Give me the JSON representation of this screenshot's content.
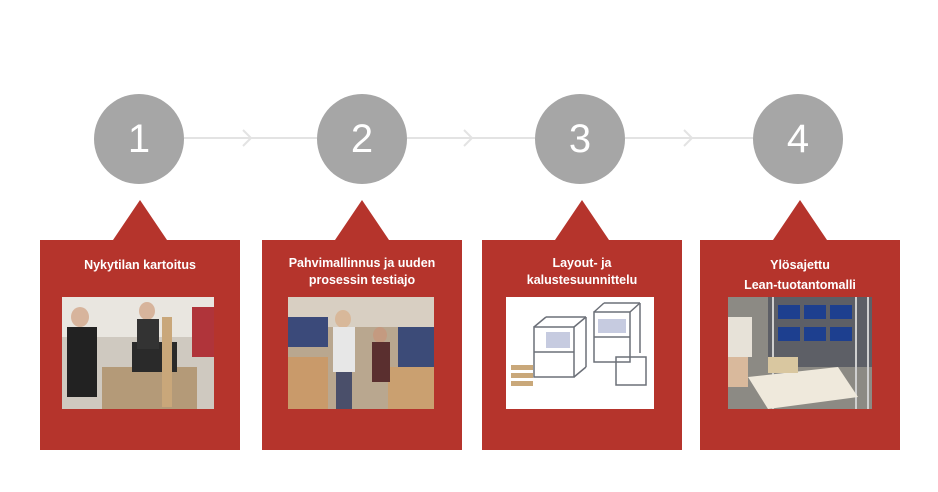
{
  "steps": [
    {
      "number": "1",
      "title_lines": [
        "Nykytilan kartoitus"
      ],
      "photo": "workshop-photo"
    },
    {
      "number": "2",
      "title_lines": [
        "Pahvimallinnus ja uuden",
        "prosessin testiajo"
      ],
      "photo": "cardboard-prototype-photo"
    },
    {
      "number": "3",
      "title_lines": [
        "Layout-  ja",
        "kalustesuunnittelu"
      ],
      "photo": "cad-furniture-render"
    },
    {
      "number": "4",
      "title_lines": [
        "Ylösajettu",
        "Lean-tuotantomalli"
      ],
      "photo": "production-line-photo"
    }
  ],
  "colors": {
    "card": "#b5342c",
    "circle": "#a6a6a6",
    "connector": "#e3e3e3"
  }
}
